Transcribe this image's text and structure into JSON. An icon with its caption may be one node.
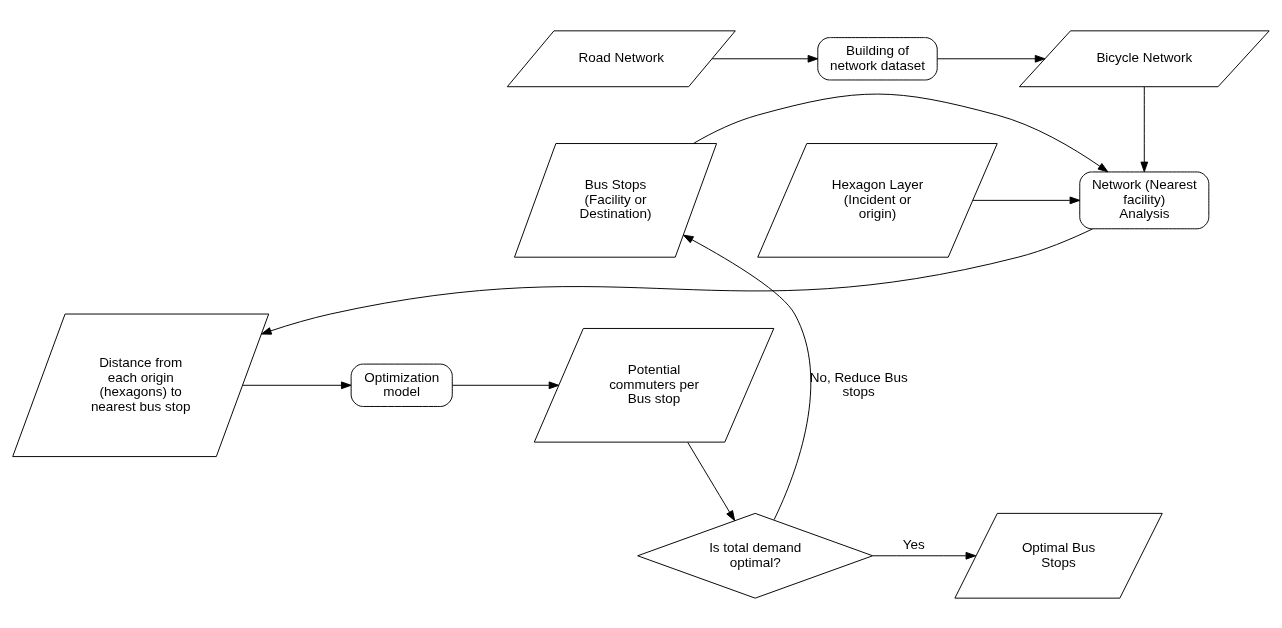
{
  "diagram": {
    "nodes": [
      {
        "text": [
          "Bicycle Network"
        ]
      },
      {
        "text": [
          "Building of network dataset"
        ]
      },
      {
        "text": [
          "Road Network"
        ]
      },
      {
        "text": [
          "Hexagon Layer (Incident or origin)"
        ]
      },
      {
        "text": [
          "Network (Nearest facility) Analysis"
        ]
      },
      {
        "text": [
          "Bus Stops (Facility or Destination)"
        ]
      },
      {
        "text": [
          "Optimal Bus Stops"
        ]
      },
      {
        "text": [
          "Is total demand optimal?"
        ]
      },
      {
        "text": [
          "Distance from each origin (hexagons) to nearest bus stop"
        ]
      },
      {
        "text": [
          "Optimization model"
        ]
      },
      {
        "text": [
          "Potential commuters per Bus stop"
        ]
      }
    ],
    "edges": [
      {
        "from": 2,
        "to": 1,
        "arrow": "to"
      },
      {
        "from": 1,
        "to": 0,
        "arrow": "to"
      },
      {
        "from": 0,
        "to": 4,
        "arrow": "to"
      },
      {
        "from": 3,
        "to": 4,
        "arrow": "to"
      },
      {
        "from": 5,
        "to": 4,
        "arrow": "to"
      },
      {
        "from": 7,
        "to": 6,
        "arrow": "to",
        "label": "Yes"
      },
      {
        "from": 7,
        "to": 5,
        "arrow": "to",
        "label": "No, Reduce Bus stops"
      },
      {
        "from": 4,
        "to": 8,
        "arrow": "to"
      },
      {
        "from": 8,
        "to": 9,
        "arrow": "to"
      },
      {
        "from": 9,
        "to": 10,
        "arrow": "to"
      },
      {
        "from": 10,
        "to": 7,
        "arrow": "to"
      }
    ]
  }
}
